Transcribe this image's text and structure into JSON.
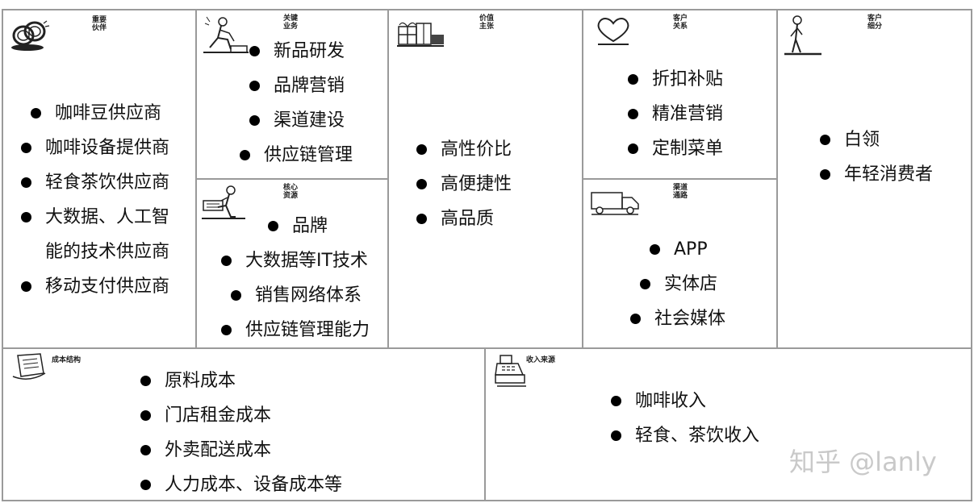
{
  "canvas": {
    "key_partners": {
      "title_line1": "重要",
      "title_line2": "伙伴",
      "items": [
        "咖啡豆供应商",
        "咖啡设备提供商",
        "轻食茶饮供应商",
        "大数据、人工智",
        "能的技术供应商",
        "移动支付供应商"
      ]
    },
    "key_activities": {
      "title_line1": "关键",
      "title_line2": "业务",
      "items": [
        "新品研发",
        "品牌营销",
        "渠道建设",
        "供应链管理"
      ]
    },
    "key_resources": {
      "title_line1": "核心",
      "title_line2": "资源",
      "items": [
        "品牌",
        "大数据等IT技术",
        "销售网络体系",
        "供应链管理能力"
      ]
    },
    "value_propositions": {
      "title_line1": "价值",
      "title_line2": "主张",
      "items": [
        "高性价比",
        "高便捷性",
        "高品质"
      ]
    },
    "customer_relationships": {
      "title_line1": "客户",
      "title_line2": "关系",
      "items": [
        "折扣补贴",
        "精准营销",
        "定制菜单"
      ]
    },
    "channels": {
      "title_line1": "渠道",
      "title_line2": "通路",
      "items": [
        "APP",
        "实体店",
        "社会媒体"
      ]
    },
    "customer_segments": {
      "title_line1": "客户",
      "title_line2": "细分",
      "items": [
        "白领",
        "年轻消费者"
      ]
    },
    "cost_structure": {
      "title": "成本结构",
      "items": [
        "原料成本",
        "门店租金成本",
        "外卖配送成本",
        "人力成本、设备成本等"
      ]
    },
    "revenue_streams": {
      "title": "收入来源",
      "items": [
        "咖啡收入",
        "轻食、茶饮收入"
      ]
    }
  },
  "watermark": "知乎 @lanly",
  "icons": [
    "rings-icon",
    "kneeling-worker-icon",
    "gift-boxes-icon",
    "heart-icon",
    "standing-person-icon",
    "seated-worker-icon",
    "delivery-truck-icon",
    "receipt-icon",
    "cash-register-icon"
  ]
}
